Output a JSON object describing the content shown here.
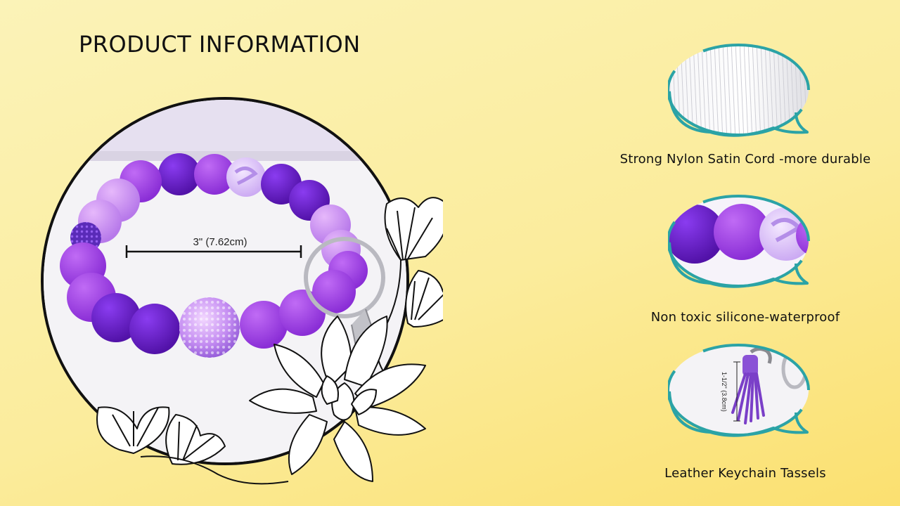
{
  "page": {
    "title": "PRODUCT INFORMATION"
  },
  "main_image": {
    "measure_label": "3\" (7.62cm)",
    "icon": "bracelet-photo"
  },
  "features": [
    {
      "label": "Strong Nylon Satin Cord -more durable",
      "icon": "satin-cord-photo"
    },
    {
      "label": "Non toxic silicone-waterproof",
      "icon": "silicone-beads-photo"
    },
    {
      "label": "Leather Keychain Tassels",
      "icon": "tassel-photo",
      "measure_label": "1-1/2\" (3.8cm)"
    }
  ],
  "colors": {
    "background": "#fbec9c",
    "bubble_border": "#2ba3a6",
    "bead_dark_purple": "#6a1fc2",
    "bead_violet": "#9d3de0",
    "bead_light_purple": "#c98af0"
  }
}
